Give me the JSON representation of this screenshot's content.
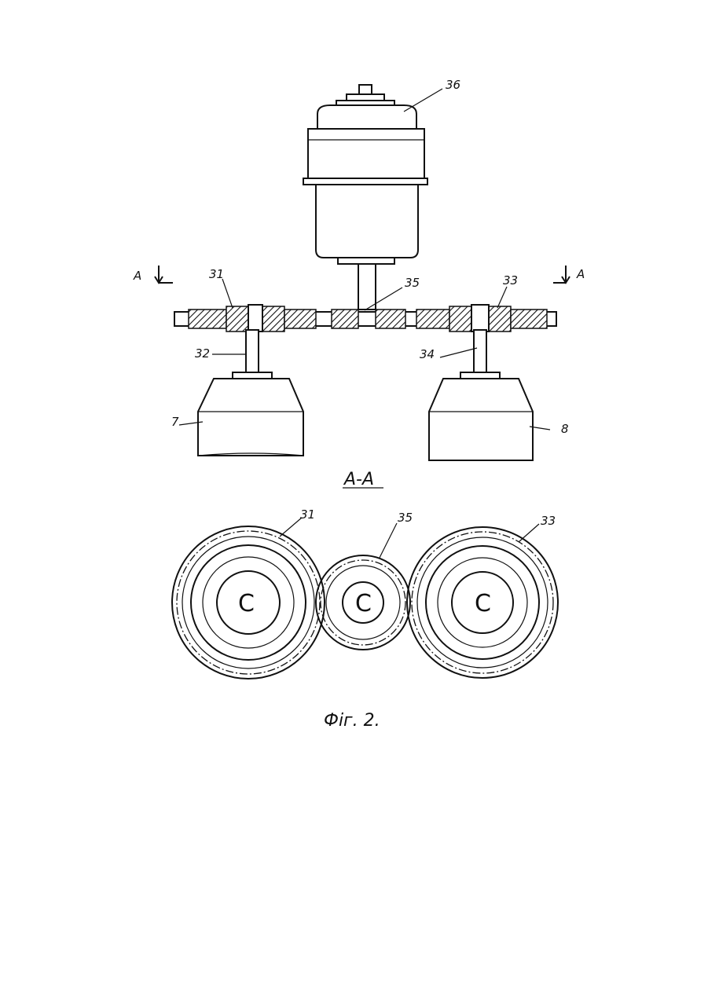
{
  "labels": {
    "motor": "36",
    "gear_left": "31",
    "gear_center": "35",
    "gear_right": "33",
    "shaft_left": "32",
    "shaft_right": "34",
    "roll_left": "7",
    "roll_right": "8",
    "section_mark_left": "А",
    "section_mark_right": "А",
    "section_title": "А-А",
    "section_gear_left": "31",
    "section_gear_center": "35",
    "section_gear_right": "33",
    "hub_left": "C",
    "hub_center": "C",
    "hub_right": "C",
    "figure_caption": "Фіг. 2."
  }
}
